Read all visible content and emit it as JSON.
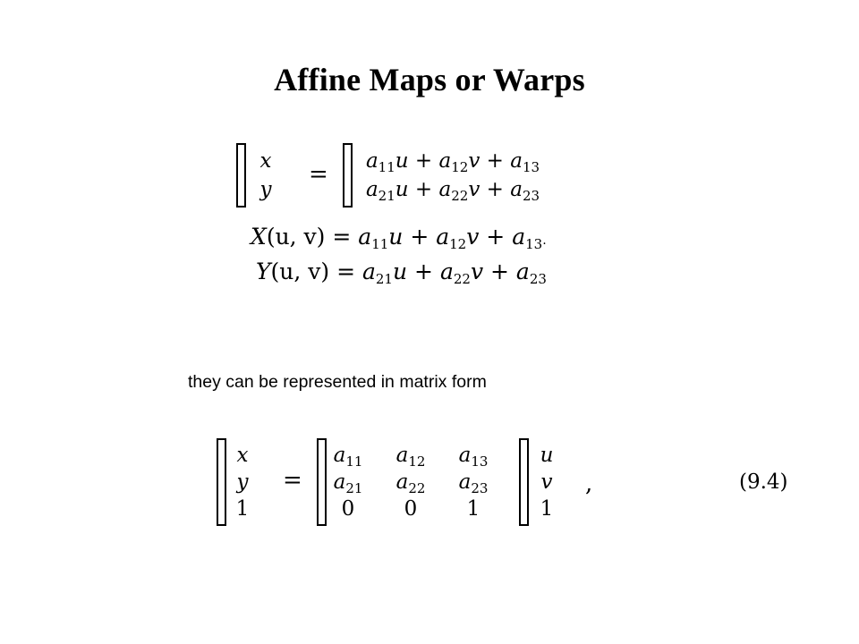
{
  "title": "Affine Maps or Warps",
  "caption": "they can be represented in matrix form",
  "equation_number": "(9.4)",
  "eq1": {
    "lhs": [
      "x",
      "y"
    ],
    "rhs": [
      {
        "c1": "a",
        "s1": "11",
        "v1": "u",
        "c2": "a",
        "s2": "12",
        "v2": "v",
        "c3": "a",
        "s3": "13"
      },
      {
        "c1": "a",
        "s1": "21",
        "v1": "u",
        "c2": "a",
        "s2": "22",
        "v2": "v",
        "c3": "a",
        "s3": "23"
      }
    ]
  },
  "eq2": {
    "line1": {
      "fn": "X",
      "args": "(u, v)"
    },
    "line2": {
      "fn": "Y",
      "args": "(u, v)"
    }
  },
  "matrix_eq": {
    "lhs": [
      "x",
      "y",
      "1"
    ],
    "A": [
      [
        "11",
        "12",
        "13"
      ],
      [
        "21",
        "22",
        "23"
      ],
      [
        "0",
        "0",
        "1"
      ]
    ],
    "rhs": [
      "u",
      "v",
      "1"
    ],
    "trailing": ","
  }
}
